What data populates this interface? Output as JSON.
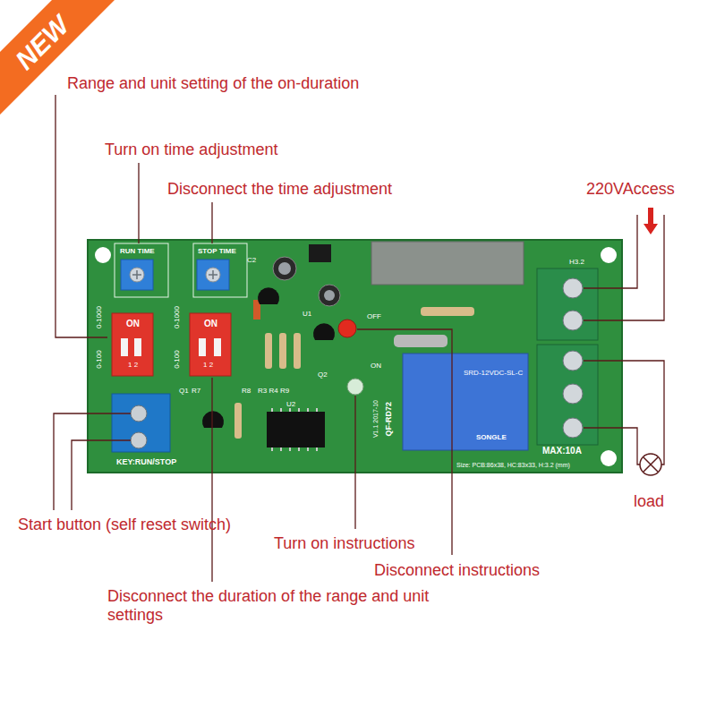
{
  "diagram": {
    "nodes": [
      {
        "text": [
          "NEW"
        ]
      }
    ],
    "labels": [
      "Range and unit setting of the on-duration",
      "Turn on time adjustment",
      "Disconnect the time adjustment",
      "220VAccess",
      "RUN TIME",
      "STOP TIME",
      "ON",
      "1 2",
      "0-1000",
      "0-100",
      "ON",
      "1 2",
      "0-1000",
      "0-100",
      "C2",
      "U1",
      "OFF",
      "ON",
      "Q2",
      "Q1",
      "R7",
      "R8",
      "R3 R4 R9",
      "U2",
      "KEY:RUN/STOP",
      "QF-RD72",
      "V1.1 2017-10",
      "SRD-12VDC-SL-C",
      "SONGLE",
      "H3.2",
      "MAX:10A",
      "Size: PCB:86x38, HC:83x33, H:3.2 (mm)",
      "load",
      "Start button (self reset switch)",
      "Turn on instructions",
      "Disconnect instructions",
      "Disconnect the duration of the range and unit settings"
    ]
  }
}
